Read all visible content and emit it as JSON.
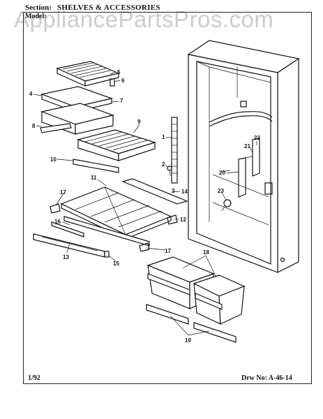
{
  "header": {
    "section_label": "Section:",
    "section_title": "SHELVES & ACCESSORIES",
    "model_text": "Model:"
  },
  "watermark": "AppliancePartsPros.com",
  "footer": {
    "left": "1/92",
    "right": "Drw No: A-46-14"
  },
  "callouts": [
    "5",
    "6",
    "4",
    "7",
    "8",
    "9",
    "1",
    "10",
    "2",
    "3",
    "22",
    "21",
    "20",
    "23",
    "11",
    "14",
    "17",
    "12",
    "16",
    "13",
    "15",
    "17",
    "18",
    "19"
  ]
}
